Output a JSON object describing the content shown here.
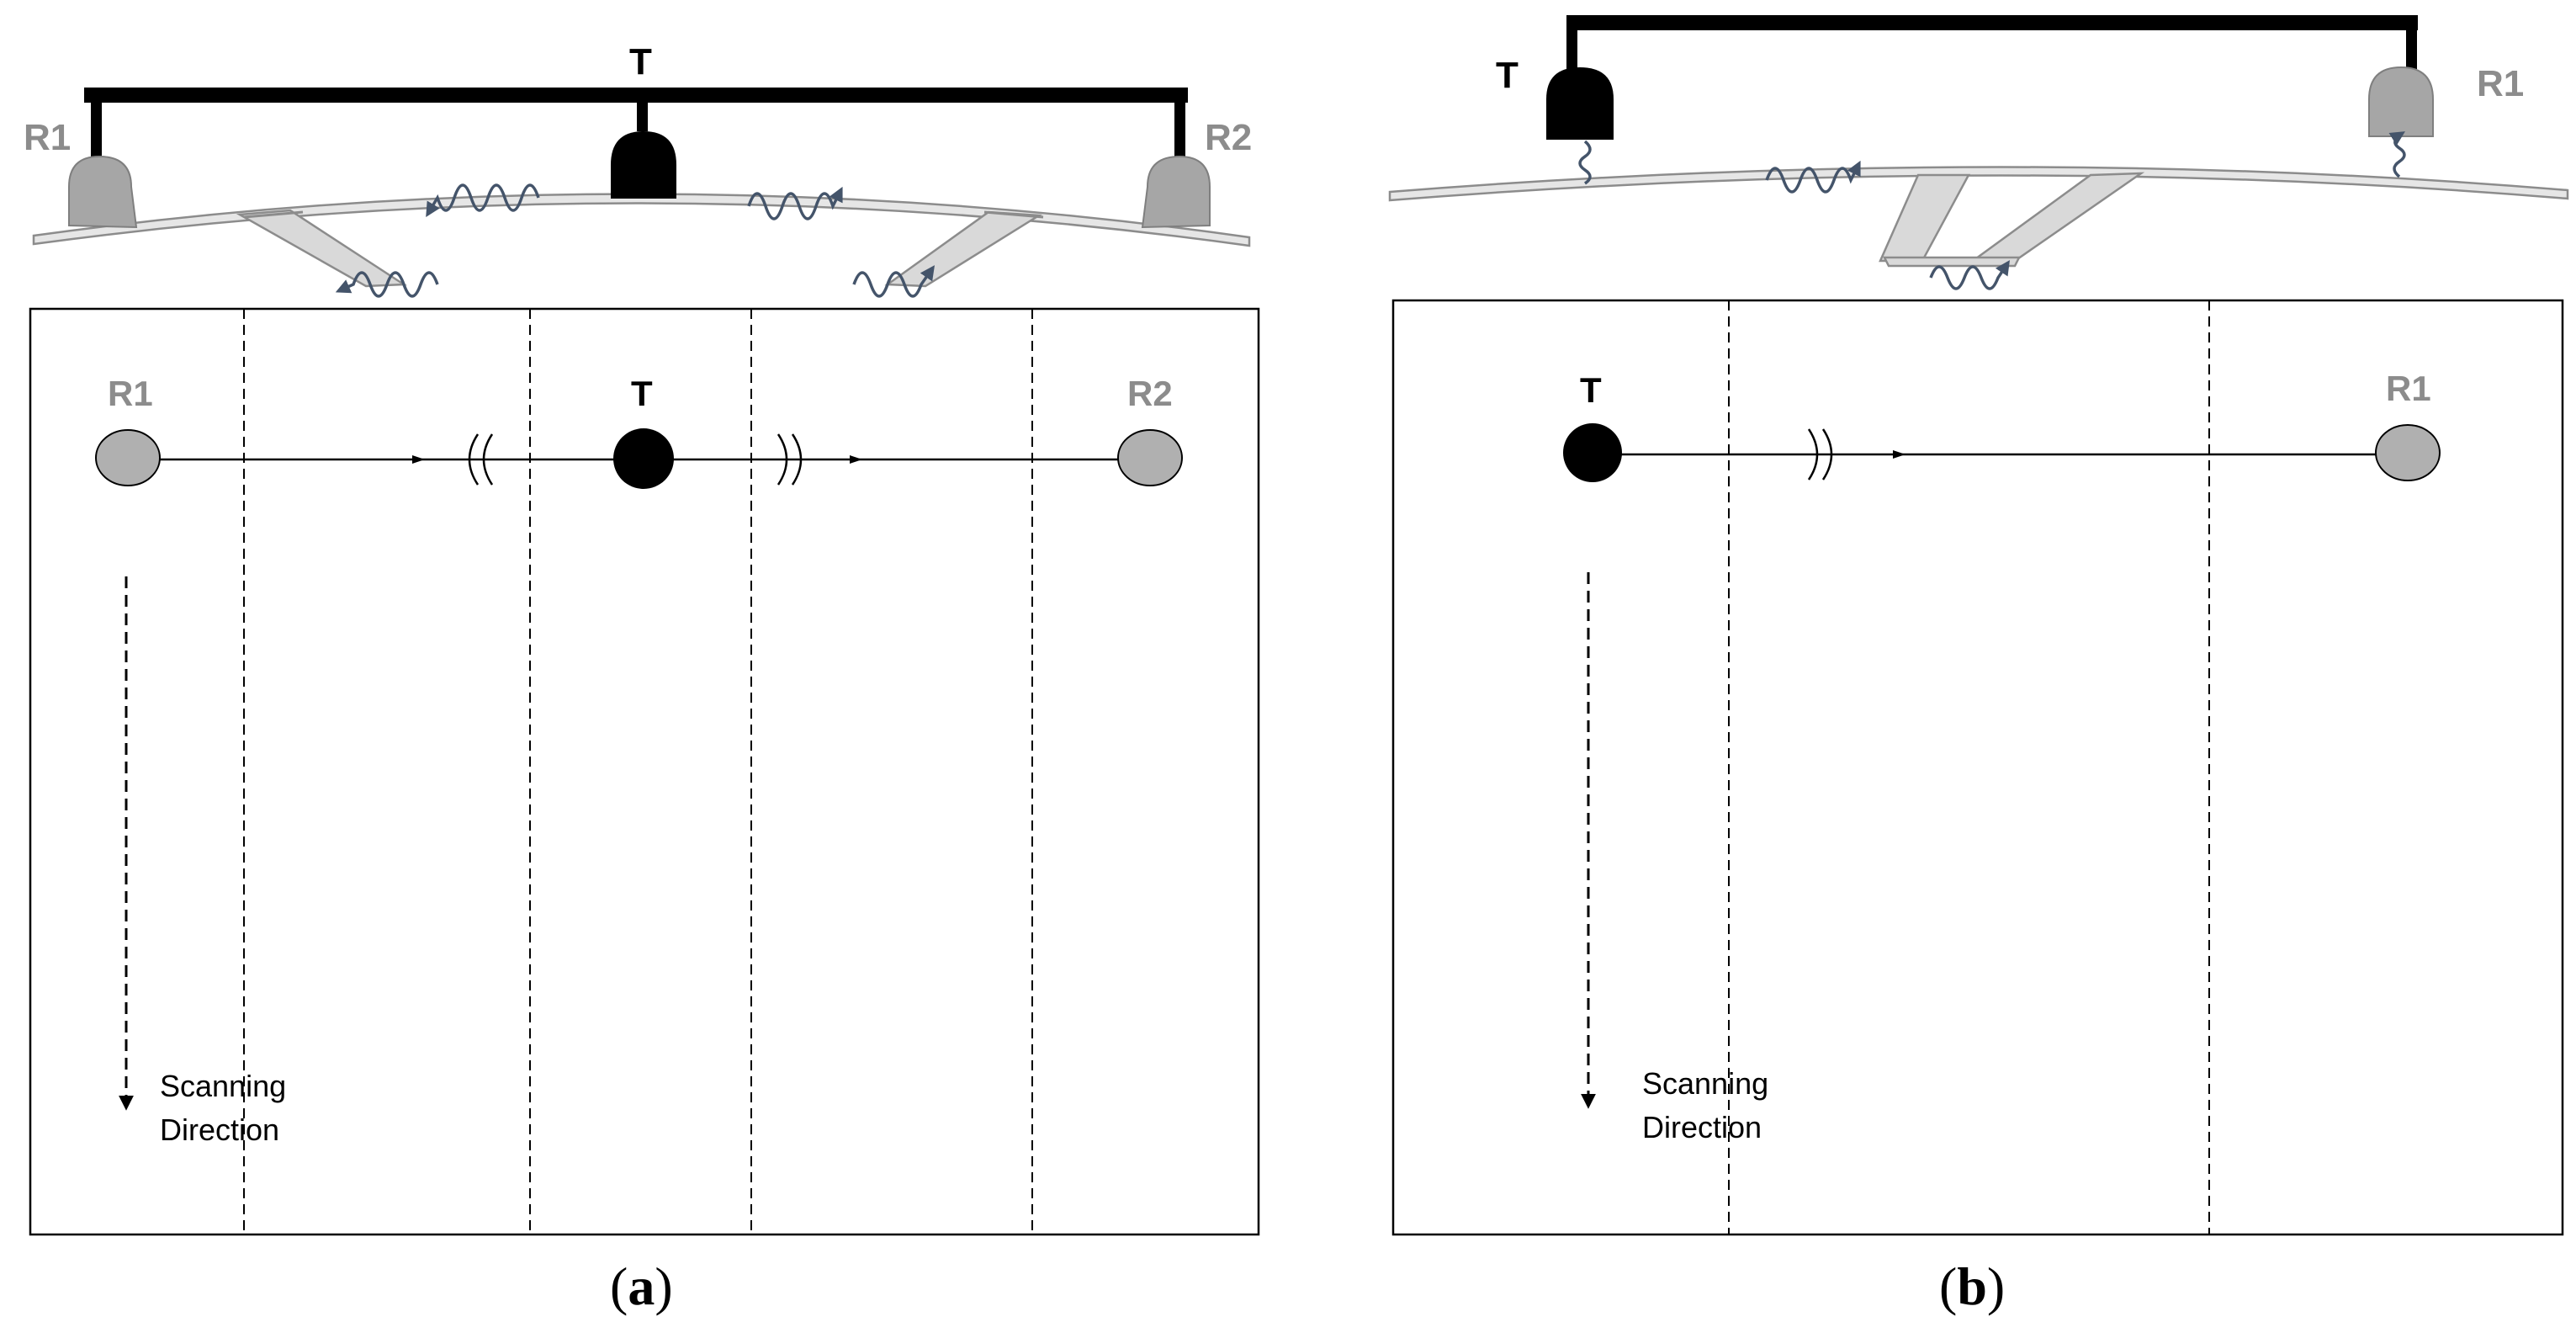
{
  "panel_a": {
    "probe_labels": {
      "left_receiver": "R1",
      "transmitter": "T",
      "right_receiver": "R2"
    },
    "plan_labels": {
      "left_receiver": "R1",
      "transmitter": "T",
      "right_receiver": "R2"
    },
    "scan_line1": "Scanning",
    "scan_line2": "Direction",
    "caption_open": "(",
    "caption_letter": "a",
    "caption_close": ")"
  },
  "panel_b": {
    "probe_labels": {
      "transmitter": "T",
      "receiver": "R1"
    },
    "plan_labels": {
      "transmitter": "T",
      "receiver": "R1"
    },
    "scan_line1": "Scanning",
    "scan_line2": "Direction",
    "caption_open": "(",
    "caption_letter": "b",
    "caption_close": ")"
  },
  "colors": {
    "receiver": "#a6a6a6",
    "transmitter": "#000000",
    "wave": "#44546a",
    "label_grey": "#8c8c8c"
  },
  "icons": [
    "receiver-probe-icon",
    "transmitter-probe-icon",
    "wave-icon",
    "scan-arrow-icon"
  ]
}
